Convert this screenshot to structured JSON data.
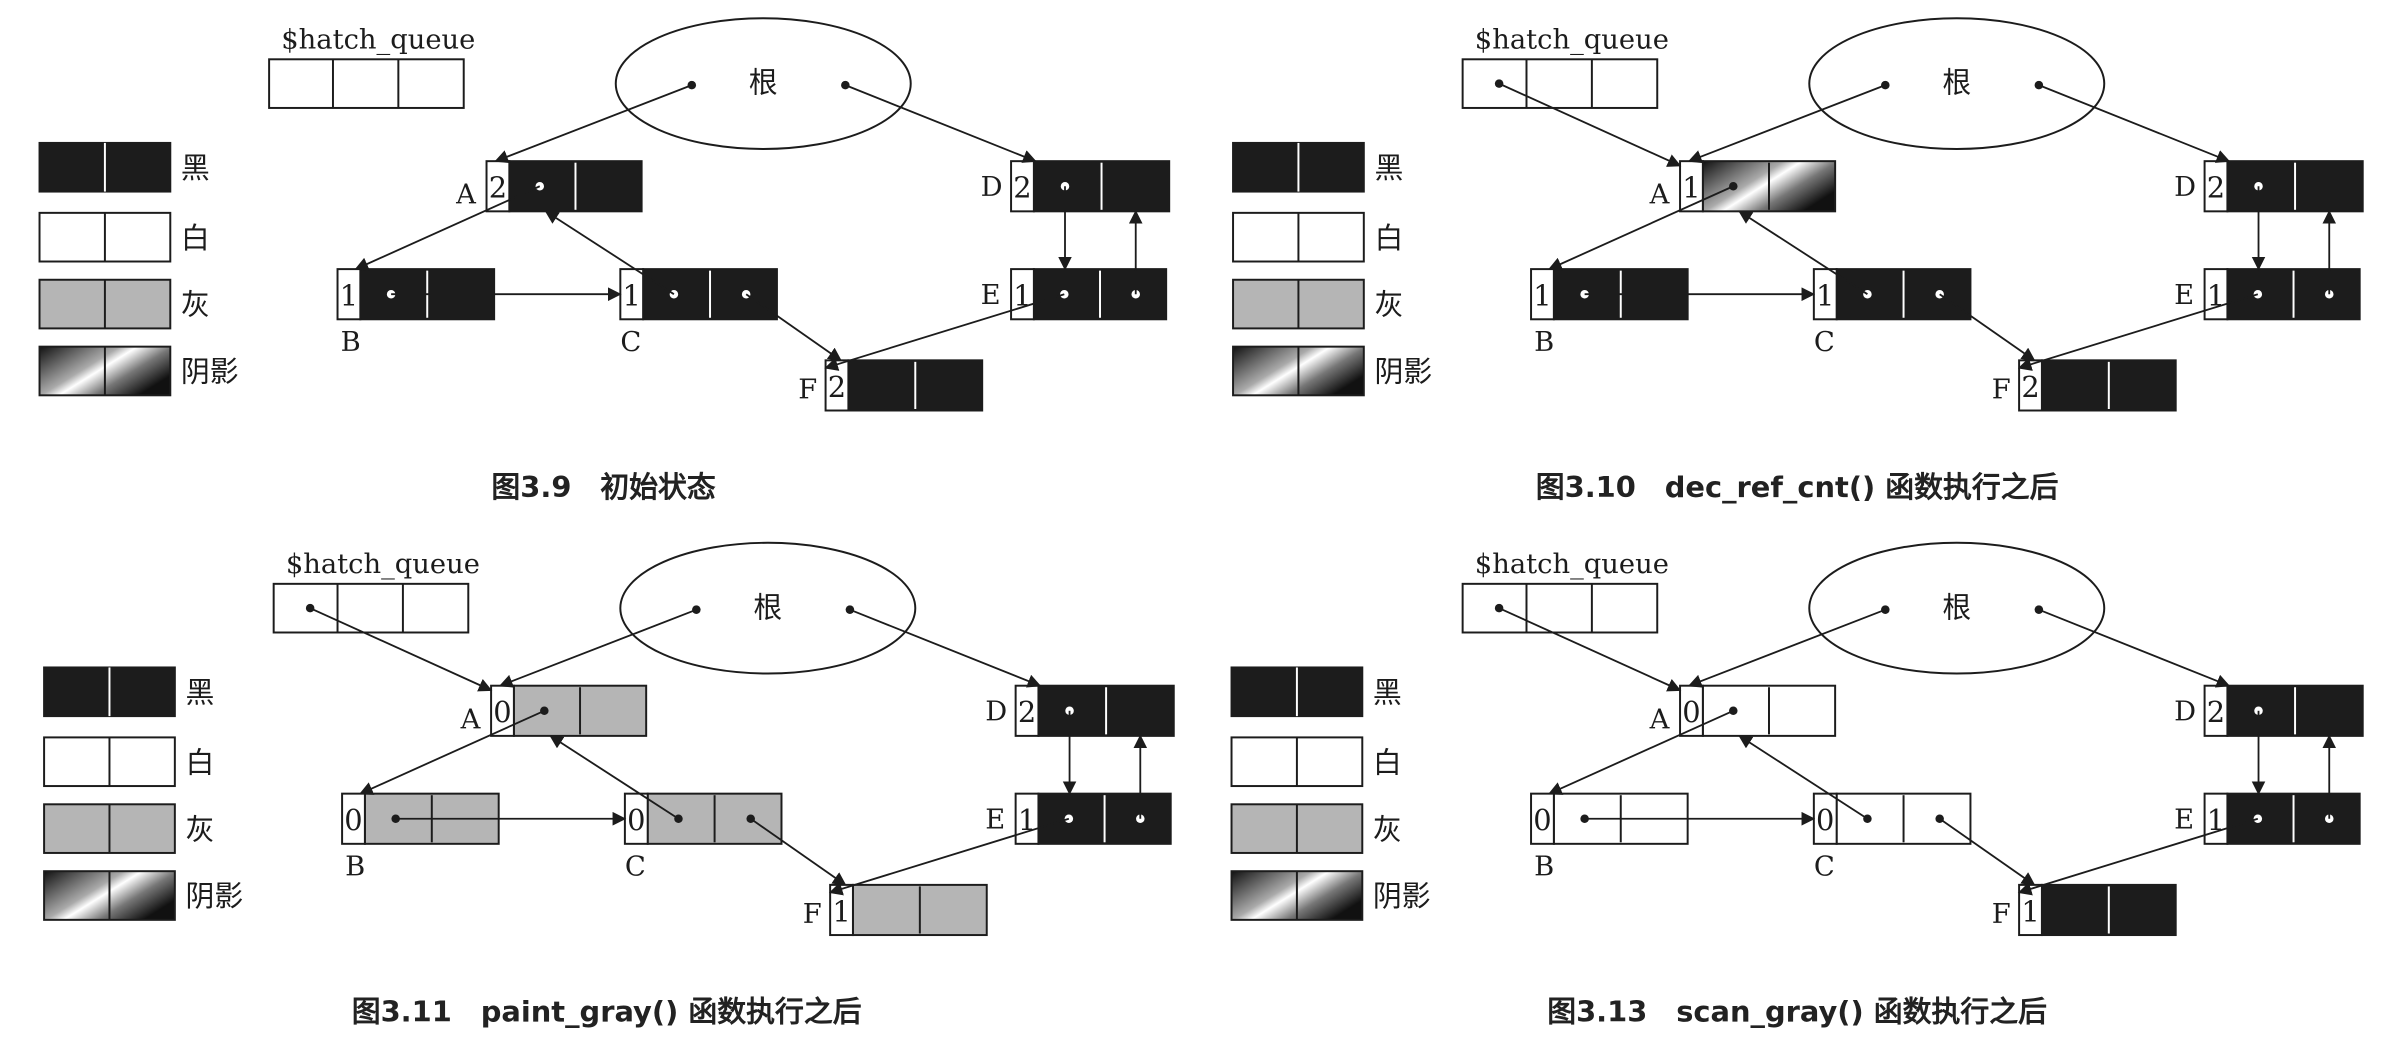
{
  "colors": {
    "black": "#1c1c1c",
    "white": "#ffffff",
    "gray": "#b5b5b5",
    "stroke": "#1c1c1c"
  },
  "legend": {
    "black": "黑",
    "white": "白",
    "gray": "灰",
    "shadow": "阴影"
  },
  "queue_label": "$hatch_queue",
  "root_label": "根",
  "figures": [
    {
      "id": "fig-3-9",
      "caption": "图3.9　初始状态",
      "nodes": {
        "A": {
          "label": "A",
          "count": "2",
          "color": "black"
        },
        "B": {
          "label": "B",
          "count": "1",
          "color": "black"
        },
        "C": {
          "label": "C",
          "count": "1",
          "color": "black"
        },
        "D": {
          "label": "D",
          "count": "2",
          "color": "black"
        },
        "E": {
          "label": "E",
          "count": "1",
          "color": "black"
        },
        "F": {
          "label": "F",
          "count": "2",
          "color": "black"
        }
      }
    },
    {
      "id": "fig-3-10",
      "caption": "图3.10　dec_ref_cnt() 函数执行之后",
      "nodes": {
        "A": {
          "label": "A",
          "count": "1",
          "color": "shadow"
        },
        "B": {
          "label": "B",
          "count": "1",
          "color": "black"
        },
        "C": {
          "label": "C",
          "count": "1",
          "color": "black"
        },
        "D": {
          "label": "D",
          "count": "2",
          "color": "black"
        },
        "E": {
          "label": "E",
          "count": "1",
          "color": "black"
        },
        "F": {
          "label": "F",
          "count": "2",
          "color": "black"
        }
      }
    },
    {
      "id": "fig-3-11",
      "caption": "图3.11　paint_gray() 函数执行之后",
      "nodes": {
        "A": {
          "label": "A",
          "count": "0",
          "color": "gray"
        },
        "B": {
          "label": "B",
          "count": "0",
          "color": "gray"
        },
        "C": {
          "label": "C",
          "count": "0",
          "color": "gray"
        },
        "D": {
          "label": "D",
          "count": "2",
          "color": "black"
        },
        "E": {
          "label": "E",
          "count": "1",
          "color": "black"
        },
        "F": {
          "label": "F",
          "count": "1",
          "color": "gray"
        }
      }
    },
    {
      "id": "fig-3-13",
      "caption": "图3.13　scan_gray() 函数执行之后",
      "nodes": {
        "A": {
          "label": "A",
          "count": "0",
          "color": "white"
        },
        "B": {
          "label": "B",
          "count": "0",
          "color": "white"
        },
        "C": {
          "label": "C",
          "count": "0",
          "color": "white"
        },
        "D": {
          "label": "D",
          "count": "2",
          "color": "black"
        },
        "E": {
          "label": "E",
          "count": "1",
          "color": "black"
        },
        "F": {
          "label": "F",
          "count": "1",
          "color": "black"
        }
      }
    }
  ]
}
